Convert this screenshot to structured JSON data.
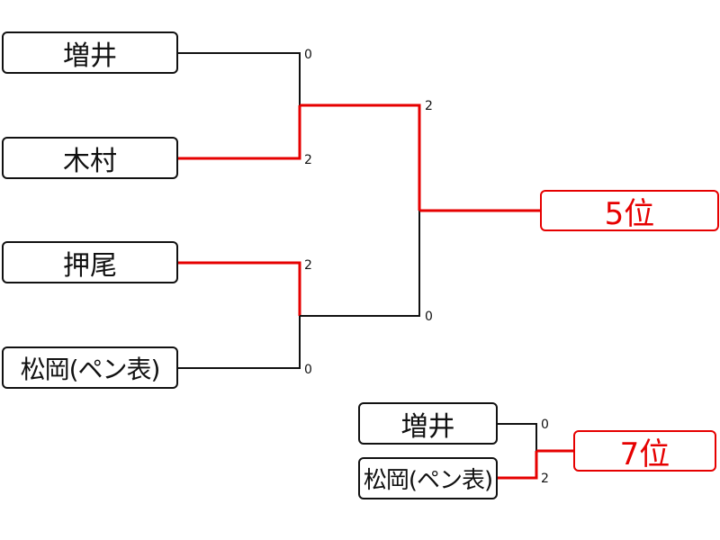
{
  "bracket_5th": {
    "players": [
      "増井",
      "木村",
      "押尾",
      "松岡(ペン表)"
    ],
    "match1_scores": [
      "0",
      "2"
    ],
    "match2_scores": [
      "2",
      "0"
    ],
    "final_scores": [
      "2",
      "0"
    ],
    "result_label": "5位"
  },
  "bracket_7th": {
    "players": [
      "増井",
      "松岡(ペン表)"
    ],
    "scores": [
      "0",
      "2"
    ],
    "result_label": "7位"
  },
  "colors": {
    "win_line": "#e60000",
    "normal_line": "#111111",
    "box_border": "#111111",
    "result_border": "#e60000"
  }
}
